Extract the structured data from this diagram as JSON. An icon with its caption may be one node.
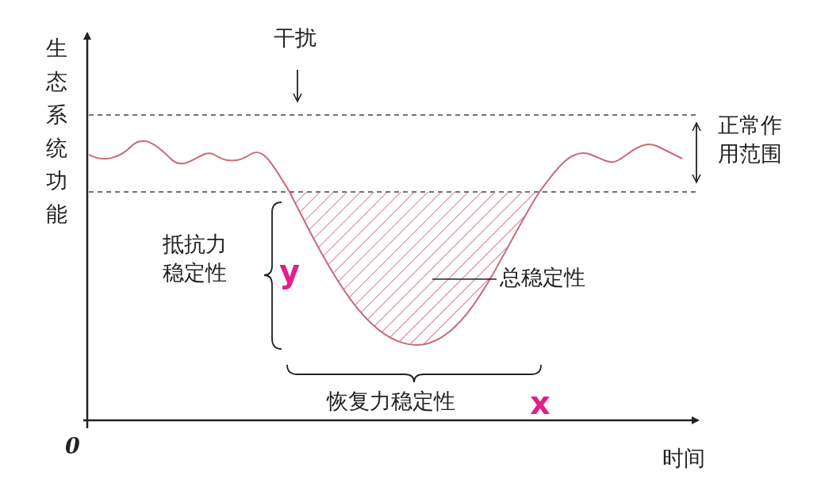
{
  "diagram": {
    "nodes": [
      {
        "text": [
          "总稳定性"
        ]
      },
      {
        "text": [],
        "shape": "area"
      }
    ],
    "edges": [
      {
        "from": 0,
        "to": 1,
        "arrow": "none"
      }
    ],
    "labels": [
      "生态系统功能",
      "干扰",
      "正常作用范围",
      "抵抗力稳定性",
      "y",
      "恢复力稳定性",
      "x",
      "0",
      "时间"
    ]
  }
}
